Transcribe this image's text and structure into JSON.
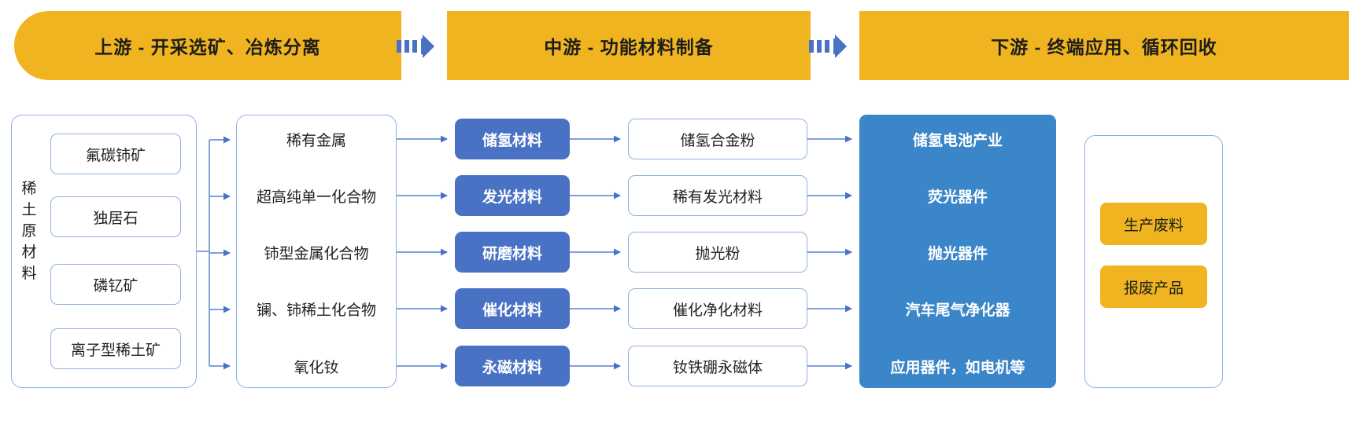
{
  "header": {
    "bands": [
      {
        "id": "upstream",
        "label": "上游 - 开采选矿、冶炼分离"
      },
      {
        "id": "midstream",
        "label": "中游 - 功能材料制备"
      },
      {
        "id": "downstream",
        "label": "下游 - 终端应用、循环回收"
      }
    ],
    "arrow_icon": "chevron-arrow-right-icon"
  },
  "upstream": {
    "group_label_chars": [
      "稀",
      "土",
      "原",
      "材",
      "料"
    ],
    "group_label": "稀土原材料",
    "raw_materials": [
      {
        "label": "氟碳铈矿"
      },
      {
        "label": "独居石"
      },
      {
        "label": "磷钇矿"
      },
      {
        "label": "离子型稀土矿"
      }
    ],
    "compounds": [
      {
        "label": "稀有金属"
      },
      {
        "label": "超高纯单一化合物"
      },
      {
        "label": "铈型金属化合物"
      },
      {
        "label": "镧、铈稀土化合物"
      },
      {
        "label": "氧化钕"
      }
    ]
  },
  "midstream": {
    "materials": [
      {
        "label": "储氢材料"
      },
      {
        "label": "发光材料"
      },
      {
        "label": "研磨材料"
      },
      {
        "label": "催化材料"
      },
      {
        "label": "永磁材料"
      }
    ],
    "products": [
      {
        "label": "储氢合金粉"
      },
      {
        "label": "稀有发光材料"
      },
      {
        "label": "抛光粉"
      },
      {
        "label": "催化净化材料"
      },
      {
        "label": "钕铁硼永磁体"
      }
    ]
  },
  "downstream": {
    "applications": [
      {
        "label": "储氢电池产业"
      },
      {
        "label": "荧光器件"
      },
      {
        "label": "抛光器件"
      },
      {
        "label": "汽车尾气净化器"
      },
      {
        "label": "应用器件，如电机等"
      }
    ],
    "recycling": [
      {
        "label": "生产废料"
      },
      {
        "label": "报废产品"
      }
    ]
  },
  "colors": {
    "band_yellow": "#efb420",
    "material_blue": "#4a72c4",
    "application_blue": "#3a86c8",
    "outline_blue": "#8fb0e0",
    "connector_blue": "#4a72c4",
    "text_dark": "#1d1d1b",
    "text_white": "#ffffff"
  }
}
